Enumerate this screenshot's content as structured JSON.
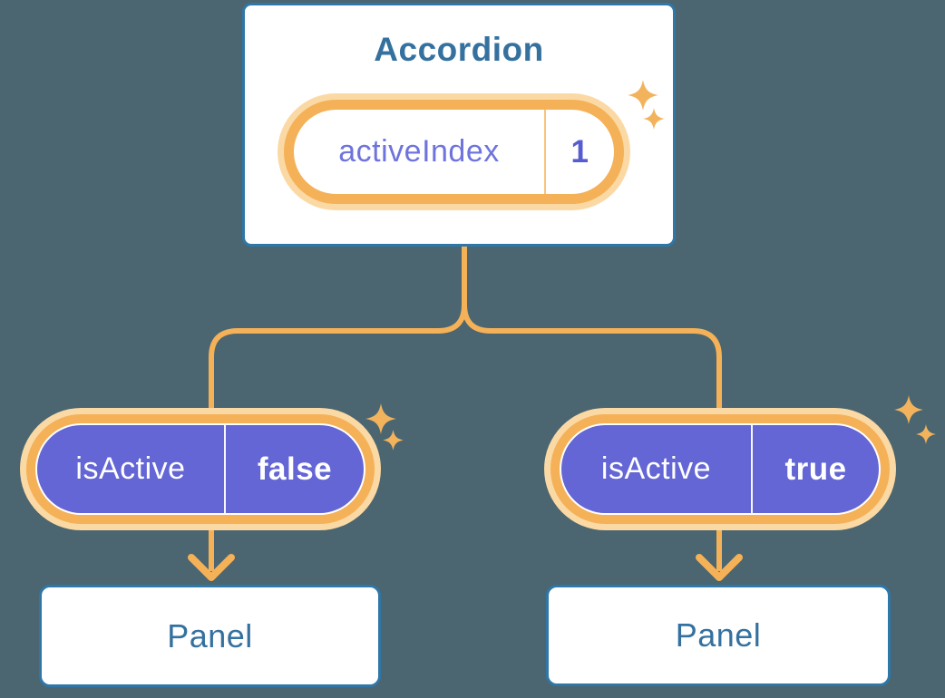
{
  "canvas": {
    "background_color": "#4b6670"
  },
  "palette": {
    "card_border": "#2e77a8",
    "heading_text": "#35719f",
    "orange_line": "#f4b158",
    "orange_glow": "#fbd9a4",
    "orange_divider": "#f8c47d",
    "purple_fill": "#6366d4",
    "indigo_text": "#6f74dd",
    "indigo_value": "#575cd0",
    "sparkle": "#f2b35c",
    "white": "#ffffff"
  },
  "diagram": {
    "root": {
      "title": "Accordion",
      "state_pill": {
        "key": "activeIndex",
        "value": "1"
      }
    },
    "branches": [
      {
        "prop_pill": {
          "key": "isActive",
          "value": "false"
        },
        "panel_label": "Panel"
      },
      {
        "prop_pill": {
          "key": "isActive",
          "value": "true"
        },
        "panel_label": "Panel"
      }
    ],
    "icons": {
      "sparkle": "four-point-star-sparkle",
      "arrow": "downward-arrow",
      "connector": "forked-tree-connector"
    }
  }
}
